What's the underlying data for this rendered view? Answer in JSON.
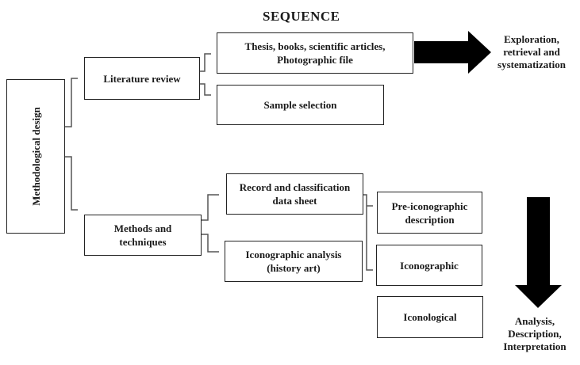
{
  "title": "SEQUENCE",
  "nodes": {
    "methodological_design": "Methodological design",
    "literature_review": "Literature review",
    "thesis_books": "Thesis, books, scientific articles,\nPhotographic file",
    "sample_selection": "Sample selection",
    "methods_techniques": "Methods and\ntechniques",
    "record_classification": "Record and classification\ndata sheet",
    "iconographic_analysis": "Iconographic analysis\n(history art)",
    "pre_iconographic": "Pre-iconographic\ndescription",
    "iconographic": "Iconographic",
    "iconological": "Iconological"
  },
  "arrows": {
    "exploration_label": "Exploration,\nretrieval and\nsystematization",
    "analysis_label": "Analysis,\nDescription,\nInterpretation",
    "color": "#000000"
  }
}
